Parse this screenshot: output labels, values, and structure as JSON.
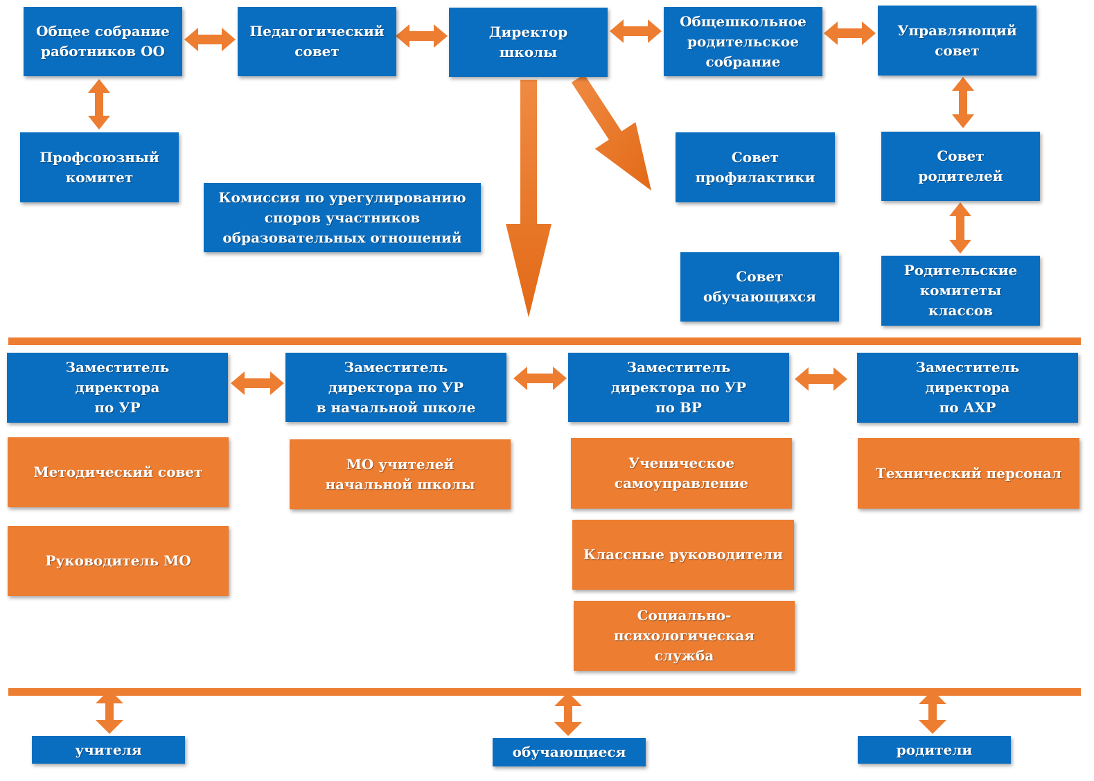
{
  "colors": {
    "node_blue": "#0a6ec0",
    "node_orange": "#ec7d31",
    "arrow": "#ed7d31"
  },
  "top_row": {
    "general_meeting": "Общее собрание\nработников ОО",
    "pedagogical_council": "Педагогический\nсовет",
    "director": "Директор\nшколы",
    "parent_assembly": "Общешкольное\nродительское\nсобрание",
    "governing_council": "Управляющий\nсовет"
  },
  "second_level": {
    "trade_union": "Профсоюзный\nкомитет",
    "dispute_commission": "Комиссия по урегулированию\nспоров участников\nобразовательных отношений",
    "prevention_council": "Совет\nпрофилактики",
    "parents_council": "Совет\nродителей",
    "students_council": "Совет\nобучающихся",
    "class_parent_committees": "Родительские\nкомитеты\nклассов"
  },
  "deputies": {
    "deputy_ur": "Заместитель\nдиректора\nпо УР",
    "deputy_primary": "Заместитель\nдиректора по УР\nв начальной школе",
    "deputy_vr": "Заместитель\nдиректора по УР\nпо ВР",
    "deputy_ahr": "Заместитель\nдиректора\nпо АХР"
  },
  "units": {
    "methodical_council": "Методический совет",
    "mo_head": "Руководитель МО",
    "mo_primary_teachers": "МО учителей\nначальной школы",
    "student_self_government": "Ученическое\nсамоуправление",
    "class_teachers": "Классные руководители",
    "social_psych_service": "Социально-\nпсихологическая\nслужба",
    "technical_staff": "Технический персонал"
  },
  "bottom_row": {
    "teachers": "учителя",
    "students": "обучающиеся",
    "parents": "родители"
  }
}
